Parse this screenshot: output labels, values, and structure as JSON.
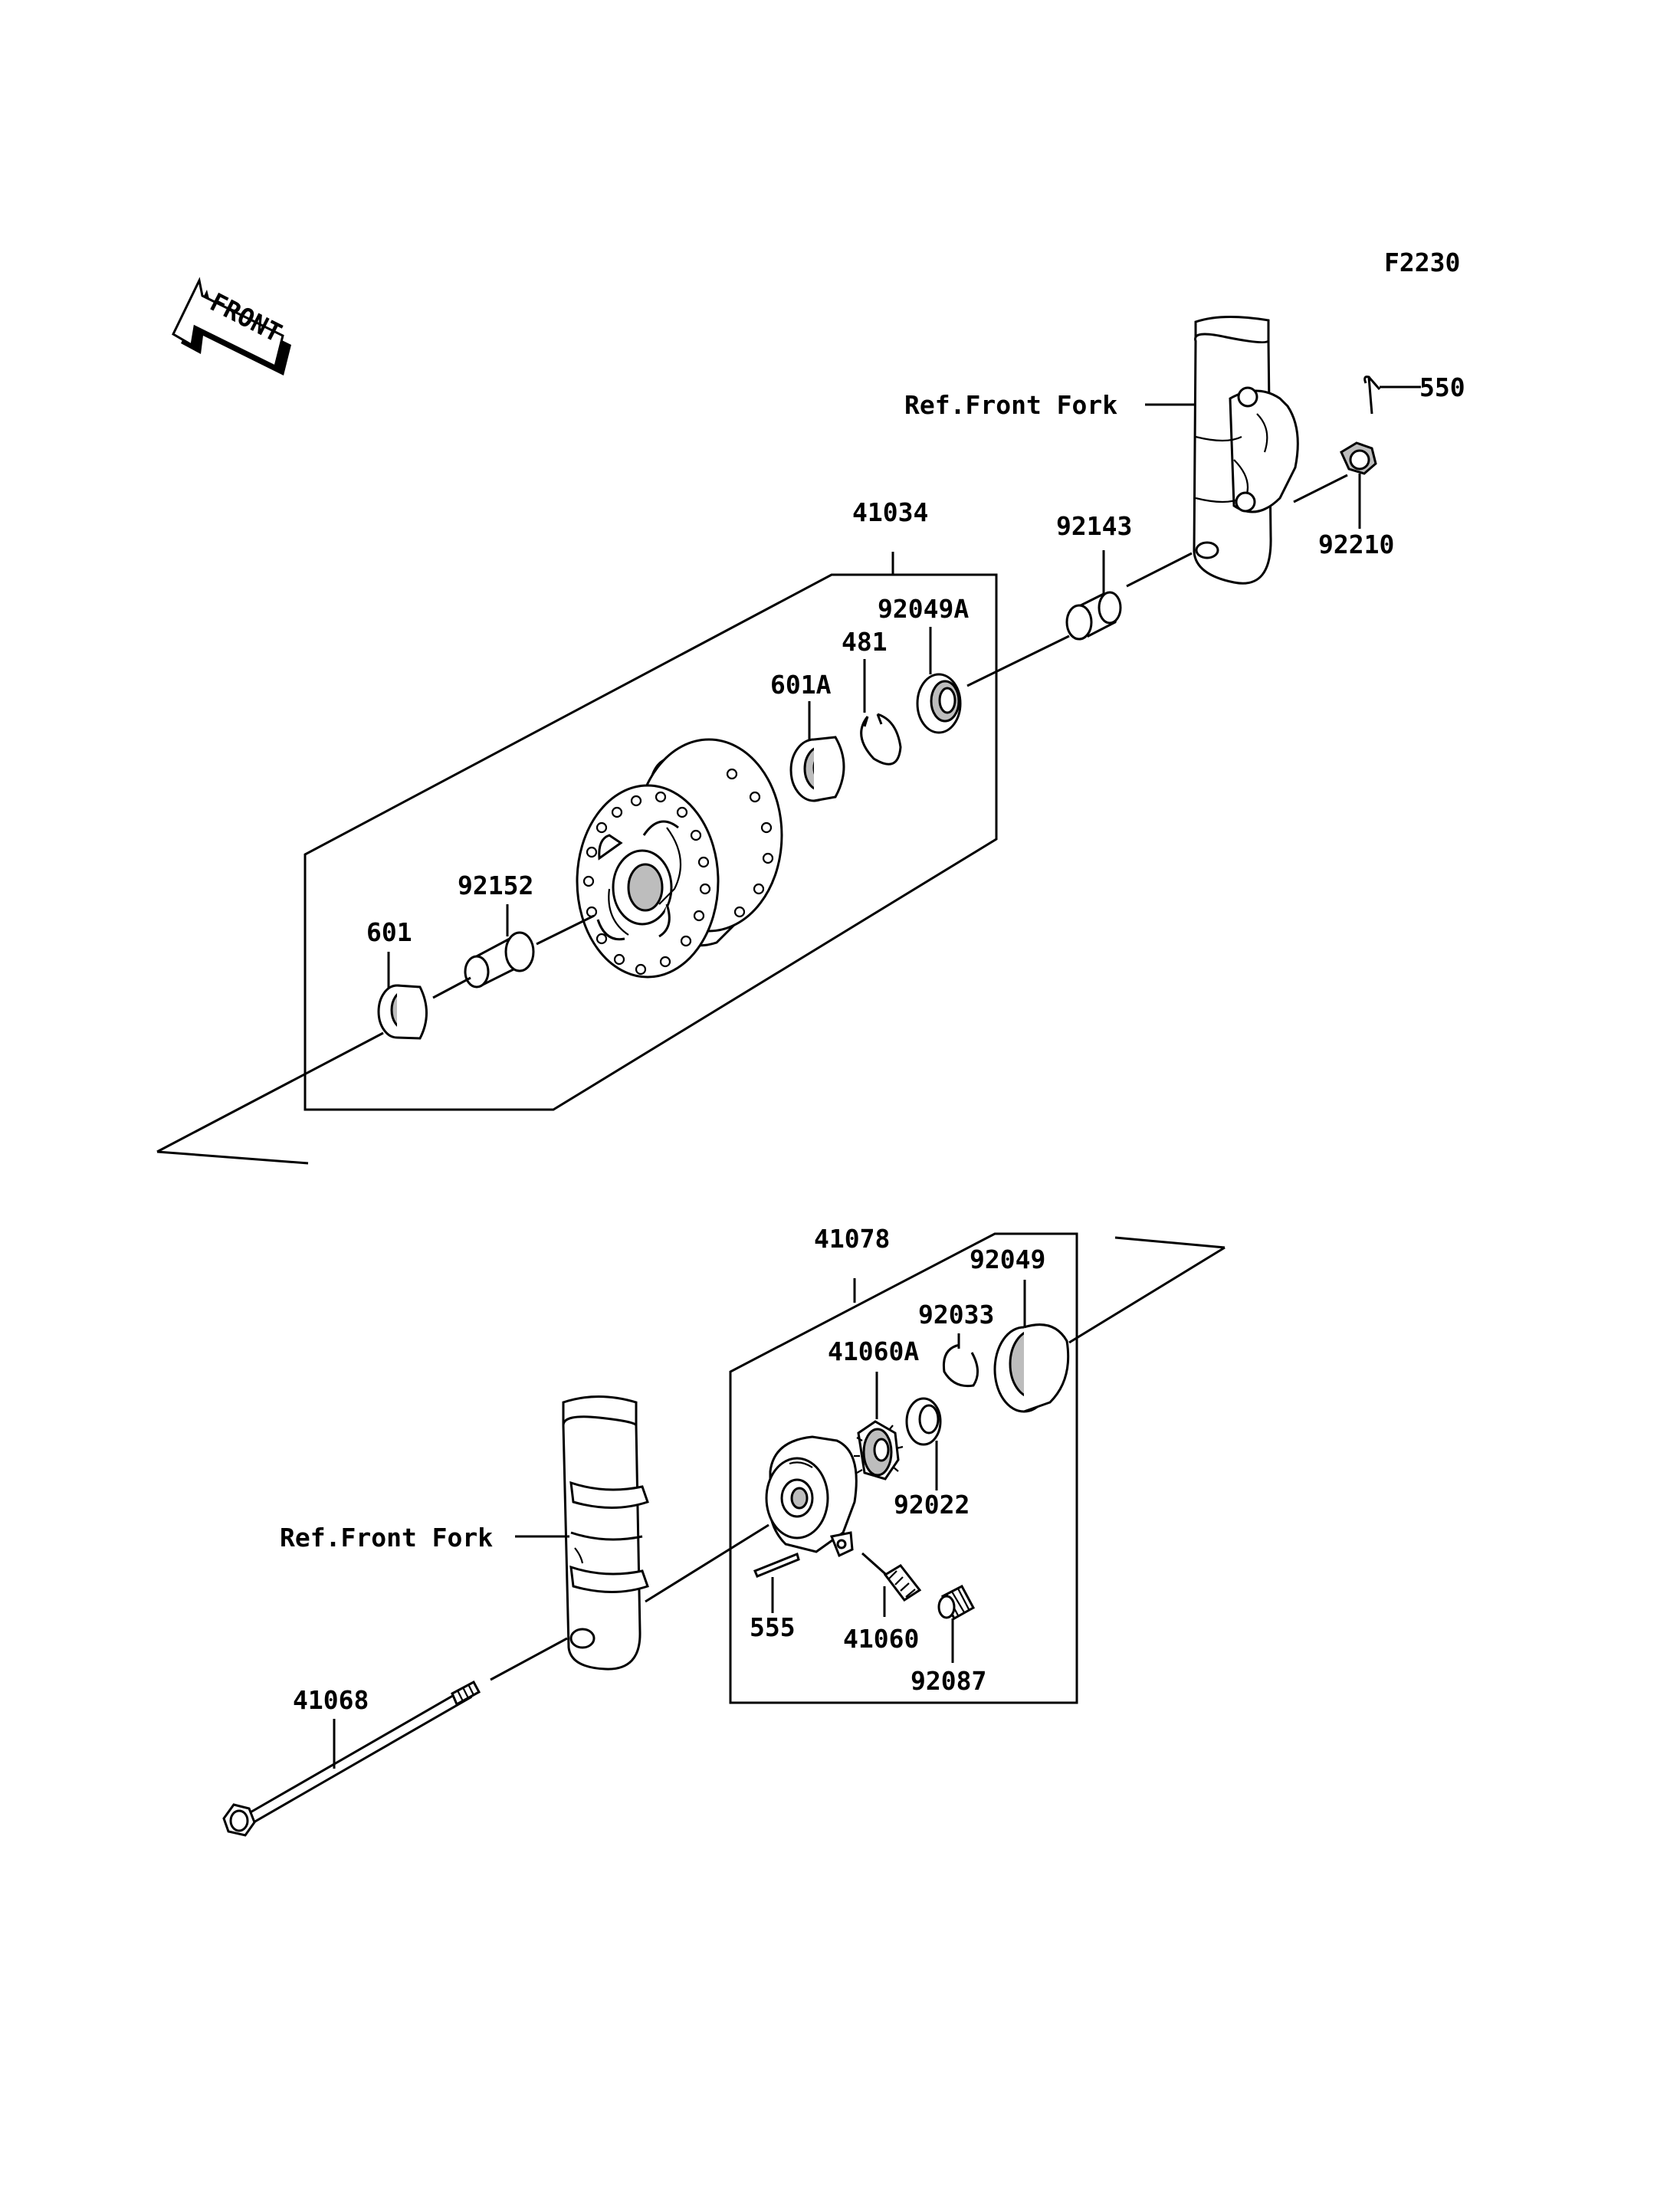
{
  "figure_code": "F2230",
  "front_arrow": {
    "label": "FRONT",
    "icon": "front-direction-arrow-icon"
  },
  "labels": {
    "ref_front_fork_top": "Ref.Front Fork",
    "ref_front_fork_bottom": "Ref.Front Fork",
    "p550": "550",
    "p92210": "92210",
    "p92143": "92143",
    "p41034": "41034",
    "p92049A": "92049A",
    "p481": "481",
    "p601A": "601A",
    "p92152": "92152",
    "p601": "601",
    "p41078": "41078",
    "p92049": "92049",
    "p92033": "92033",
    "p41060A": "41060A",
    "p92022": "92022",
    "p555": "555",
    "p41060": "41060",
    "p92087": "92087",
    "p41068": "41068"
  }
}
